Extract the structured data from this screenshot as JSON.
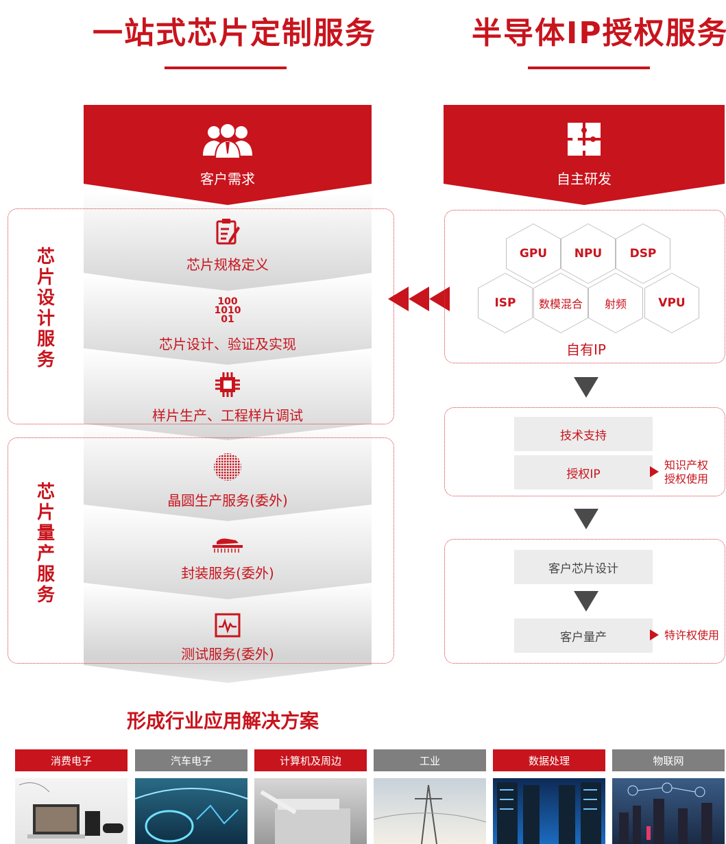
{
  "titles": {
    "left": "一站式芯片定制服务",
    "right": "半导体IP授权服务"
  },
  "left_flow": {
    "header": "客户需求",
    "design_group_label": "芯片设计服务",
    "production_group_label": "芯片量产服务",
    "steps": [
      {
        "label": "芯片规格定义",
        "icon": "clipboard-icon"
      },
      {
        "label": "芯片设计、验证及实现",
        "icon": "binary-icon"
      },
      {
        "label": "样片生产、工程样片调试",
        "icon": "chip-icon"
      },
      {
        "label": "晶圆生产服务(委外)",
        "icon": "wafer-icon"
      },
      {
        "label": "封装服务(委外)",
        "icon": "package-icon"
      },
      {
        "label": "测试服务(委外)",
        "icon": "waveform-icon"
      }
    ],
    "binary_text": [
      "100",
      "1010",
      "01"
    ]
  },
  "right_flow": {
    "header": "自主研发",
    "own_ip_label": "自有IP",
    "ip_blocks": [
      "GPU",
      "NPU",
      "DSP",
      "ISP",
      "数模混合",
      "射频",
      "VPU"
    ],
    "support_label": "技术支持",
    "license_label": "授权IP",
    "license_note": [
      "知识产权",
      "授权使用"
    ],
    "customer_design_label": "客户芯片设计",
    "customer_mass_label": "客户量产",
    "franchise_note": "特许权使用"
  },
  "solutions": {
    "title": "形成行业应用解决方案",
    "industries": [
      {
        "label": "消费电子",
        "color": "#c8141d"
      },
      {
        "label": "汽车电子",
        "color": "#7f7f7f"
      },
      {
        "label": "计算机及周边",
        "color": "#c8141d"
      },
      {
        "label": "工业",
        "color": "#7f7f7f"
      },
      {
        "label": "数据处理",
        "color": "#c8141d"
      },
      {
        "label": "物联网",
        "color": "#7f7f7f"
      }
    ]
  },
  "colors": {
    "brand_red": "#c8141d",
    "gray_dark": "#4a4a4a",
    "gray_light": "#ececec"
  }
}
